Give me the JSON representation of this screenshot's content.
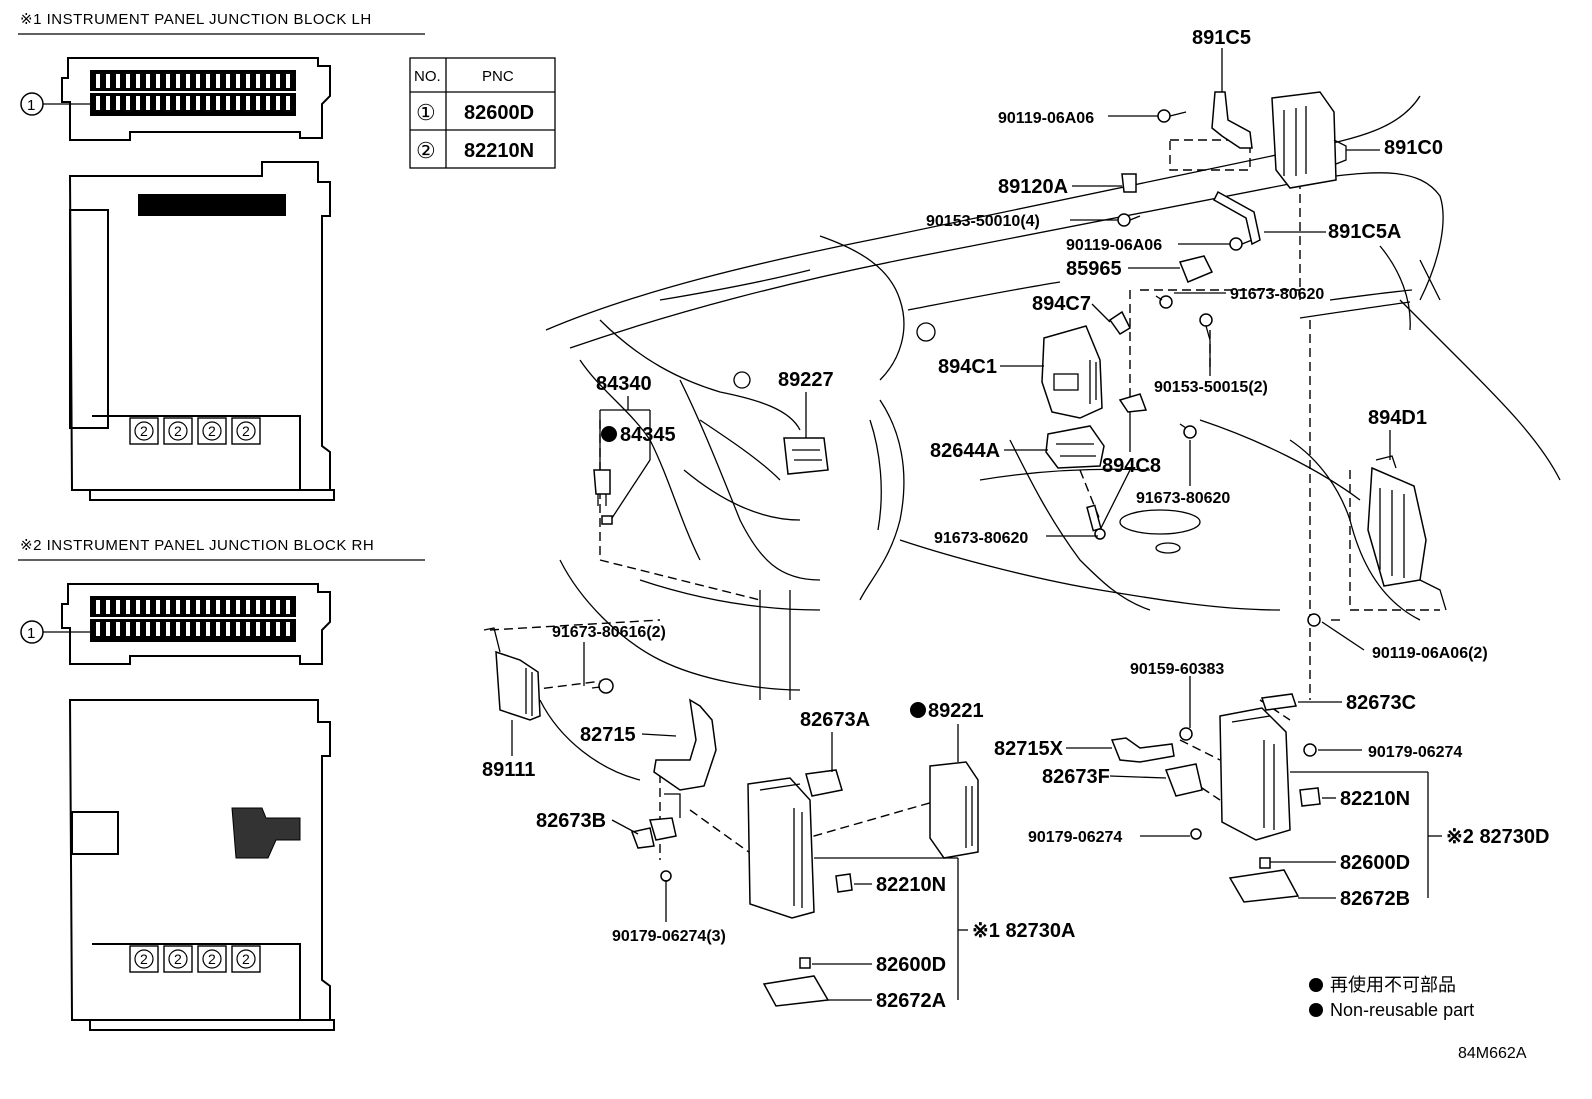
{
  "diagram": {
    "section1_title": "※1 INSTRUMENT PANEL JUNCTION BLOCK LH",
    "section2_title": "※2 INSTRUMENT PANEL JUNCTION BLOCK RH",
    "table": {
      "headers": [
        "NO.",
        "PNC"
      ],
      "rows": [
        {
          "no": "①",
          "pnc": "82600D"
        },
        {
          "no": "②",
          "pnc": "82210N"
        }
      ]
    },
    "circle_1": "1",
    "circle_2": "2",
    "callouts": [
      {
        "id": "891C5",
        "text": "891C5"
      },
      {
        "id": "90119-06A06-a",
        "text": "90119-06A06"
      },
      {
        "id": "891C0",
        "text": "891C0"
      },
      {
        "id": "89120A",
        "text": "89120A"
      },
      {
        "id": "90153-50010",
        "text": "90153-50010(4)"
      },
      {
        "id": "891C5A",
        "text": "891C5A"
      },
      {
        "id": "90119-06A06-b",
        "text": "90119-06A06"
      },
      {
        "id": "85965",
        "text": "85965"
      },
      {
        "id": "91673-80620-a",
        "text": "91673-80620"
      },
      {
        "id": "894C7",
        "text": "894C7"
      },
      {
        "id": "894C1",
        "text": "894C1"
      },
      {
        "id": "90153-50015",
        "text": "90153-50015(2)"
      },
      {
        "id": "84340",
        "text": "84340"
      },
      {
        "id": "84345",
        "text": "84345"
      },
      {
        "id": "89227",
        "text": "89227"
      },
      {
        "id": "894D1",
        "text": "894D1"
      },
      {
        "id": "82644A",
        "text": "82644A"
      },
      {
        "id": "894C8",
        "text": "894C8"
      },
      {
        "id": "91673-80620-b",
        "text": "91673-80620"
      },
      {
        "id": "91673-80620-c",
        "text": "91673-80620"
      },
      {
        "id": "91673-80616",
        "text": "91673-80616(2)"
      },
      {
        "id": "90119-06A06-c",
        "text": "90119-06A06(2)"
      },
      {
        "id": "90159-60383",
        "text": "90159-60383"
      },
      {
        "id": "82673C",
        "text": "82673C"
      },
      {
        "id": "90179-06274-a",
        "text": "90179-06274"
      },
      {
        "id": "89221",
        "text": "89221"
      },
      {
        "id": "82715",
        "text": "82715"
      },
      {
        "id": "82673A",
        "text": "82673A"
      },
      {
        "id": "82715X",
        "text": "82715X"
      },
      {
        "id": "89111",
        "text": "89111"
      },
      {
        "id": "82673F",
        "text": "82673F"
      },
      {
        "id": "82210N-a",
        "text": "82210N"
      },
      {
        "id": "82673B",
        "text": "82673B"
      },
      {
        "id": "90179-06274-b",
        "text": "90179-06274"
      },
      {
        "id": "82730D",
        "text": "※2 82730D"
      },
      {
        "id": "82600D-a",
        "text": "82600D"
      },
      {
        "id": "82210N-b",
        "text": "82210N"
      },
      {
        "id": "82672B",
        "text": "82672B"
      },
      {
        "id": "90179-06274-c",
        "text": "90179-06274(3)"
      },
      {
        "id": "82730A",
        "text": "※1 82730A"
      },
      {
        "id": "82600D-b",
        "text": "82600D"
      },
      {
        "id": "82672A",
        "text": "82672A"
      }
    ],
    "legend": {
      "line1": "再使用不可部品",
      "line2": "Non-reusable part"
    },
    "figure_code": "84M662A"
  }
}
